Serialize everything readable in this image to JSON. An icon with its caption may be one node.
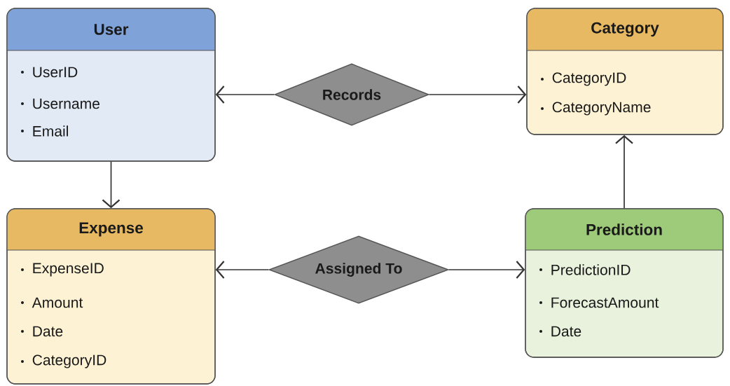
{
  "diagram": {
    "nodes": [
      {
        "text": [
          "User",
          "UserID",
          "Username",
          "Email"
        ]
      },
      {
        "text": [
          "Records"
        ]
      },
      {
        "text": [
          "Category",
          "CategoryID",
          "CategoryName"
        ]
      },
      {
        "text": [
          "Expense",
          "ExpenseID",
          "Amount",
          "Date",
          "CategoryID"
        ]
      },
      {
        "text": [
          "Assigned To"
        ]
      },
      {
        "text": [
          "Prediction",
          "PredictionID",
          "ForecastAmount",
          "Date"
        ]
      }
    ],
    "edges": [
      {
        "from": 1,
        "to": 0,
        "arrow": "to"
      },
      {
        "from": 1,
        "to": 2,
        "arrow": "to"
      },
      {
        "from": 0,
        "to": 3,
        "arrow": "to"
      },
      {
        "from": 4,
        "to": 3,
        "arrow": "to"
      },
      {
        "from": 4,
        "to": 5,
        "arrow": "to"
      },
      {
        "from": 5,
        "to": 2,
        "arrow": "to"
      }
    ]
  }
}
